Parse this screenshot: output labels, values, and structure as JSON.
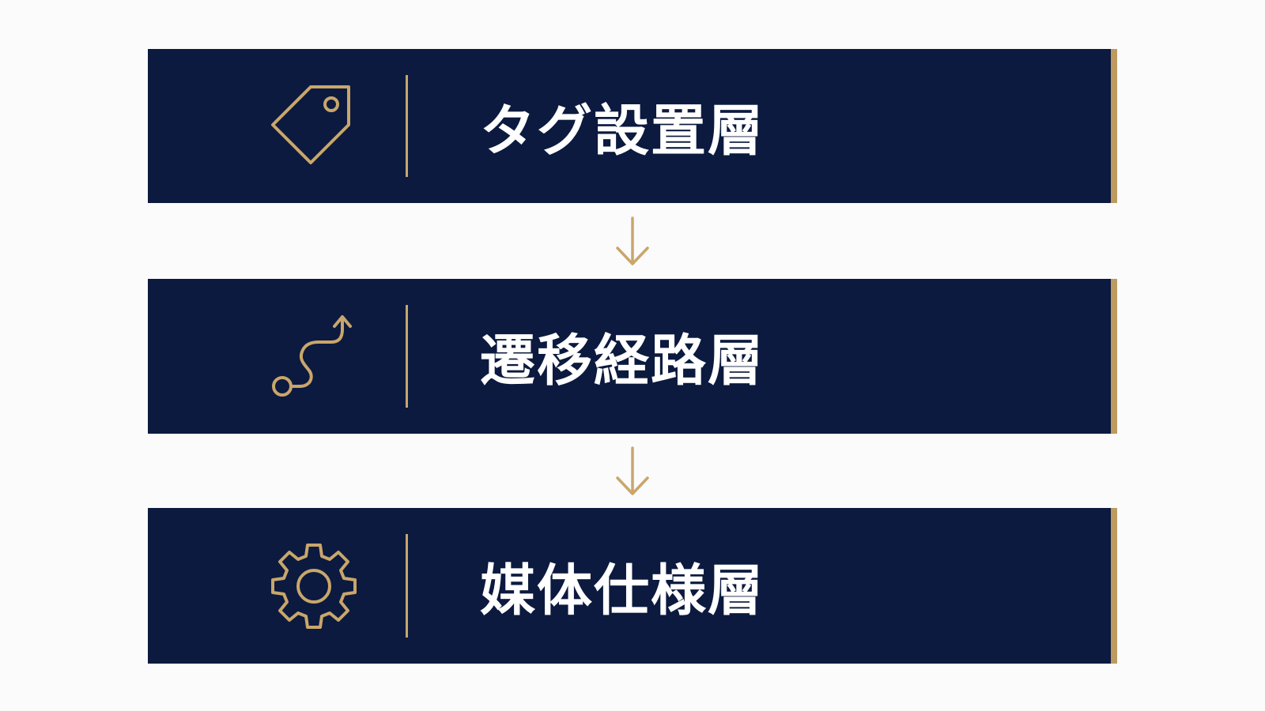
{
  "colors": {
    "background": "#fbfbfb",
    "panel": "#0c1a3f",
    "accent_gold": "#c9a66b",
    "text": "#ffffff"
  },
  "layers": [
    {
      "label": "タグ設置層",
      "icon": "tag-icon"
    },
    {
      "label": "遷移経路層",
      "icon": "route-path-icon"
    },
    {
      "label": "媒体仕様層",
      "icon": "gear-icon"
    }
  ],
  "connectors": [
    {
      "icon": "arrow-down-icon"
    },
    {
      "icon": "arrow-down-icon"
    }
  ]
}
